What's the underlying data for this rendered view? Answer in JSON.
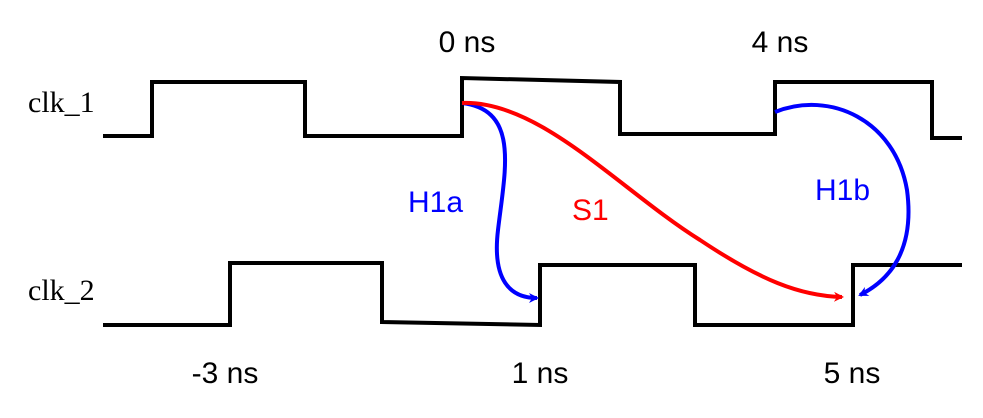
{
  "signals": [
    {
      "name": "clk_1"
    },
    {
      "name": "clk_2"
    }
  ],
  "time_labels": {
    "top": [
      "0 ns",
      "4 ns"
    ],
    "bottom": [
      "-3 ns",
      "1 ns",
      "5 ns"
    ]
  },
  "paths": [
    {
      "label": "H1a",
      "color": "#0000ff"
    },
    {
      "label": "S1",
      "color": "#ff0000"
    },
    {
      "label": "H1b",
      "color": "#0000ff"
    }
  ]
}
